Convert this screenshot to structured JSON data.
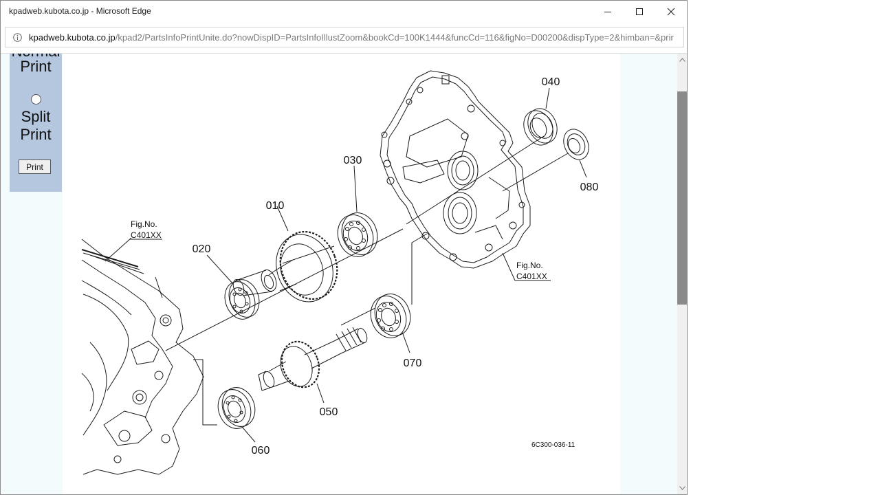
{
  "window": {
    "title": "kpadweb.kubota.co.jp - Microsoft Edge",
    "controls": {
      "minimize": "minimize-icon",
      "maximize": "maximize-icon",
      "close": "close-icon"
    }
  },
  "address": {
    "host": "kpadweb.kubota.co.jp",
    "path": "/kpad2/PartsInfoPrintUnite.do?nowDispID=PartsInfoIllustZoom&bookCd=100K1444&funcCd=116&figNo=D00200&dispType=2&himban=&prir",
    "icon": "info-icon"
  },
  "panel": {
    "clipped_label": "Normal",
    "normal_print": "Print",
    "split_line1": "Split",
    "split_line2": "Print",
    "print_button": "Print"
  },
  "illustration": {
    "parts": {
      "p010": "010",
      "p020": "020",
      "p030": "030",
      "p040": "040",
      "p050": "050",
      "p060": "060",
      "p070": "070",
      "p080": "080"
    },
    "fig_refs": [
      {
        "label": "Fig.No.",
        "code": "C401XX"
      },
      {
        "label": "Fig.No.",
        "code": "C401XX"
      }
    ],
    "drawing_code": "6C300-036-11"
  }
}
